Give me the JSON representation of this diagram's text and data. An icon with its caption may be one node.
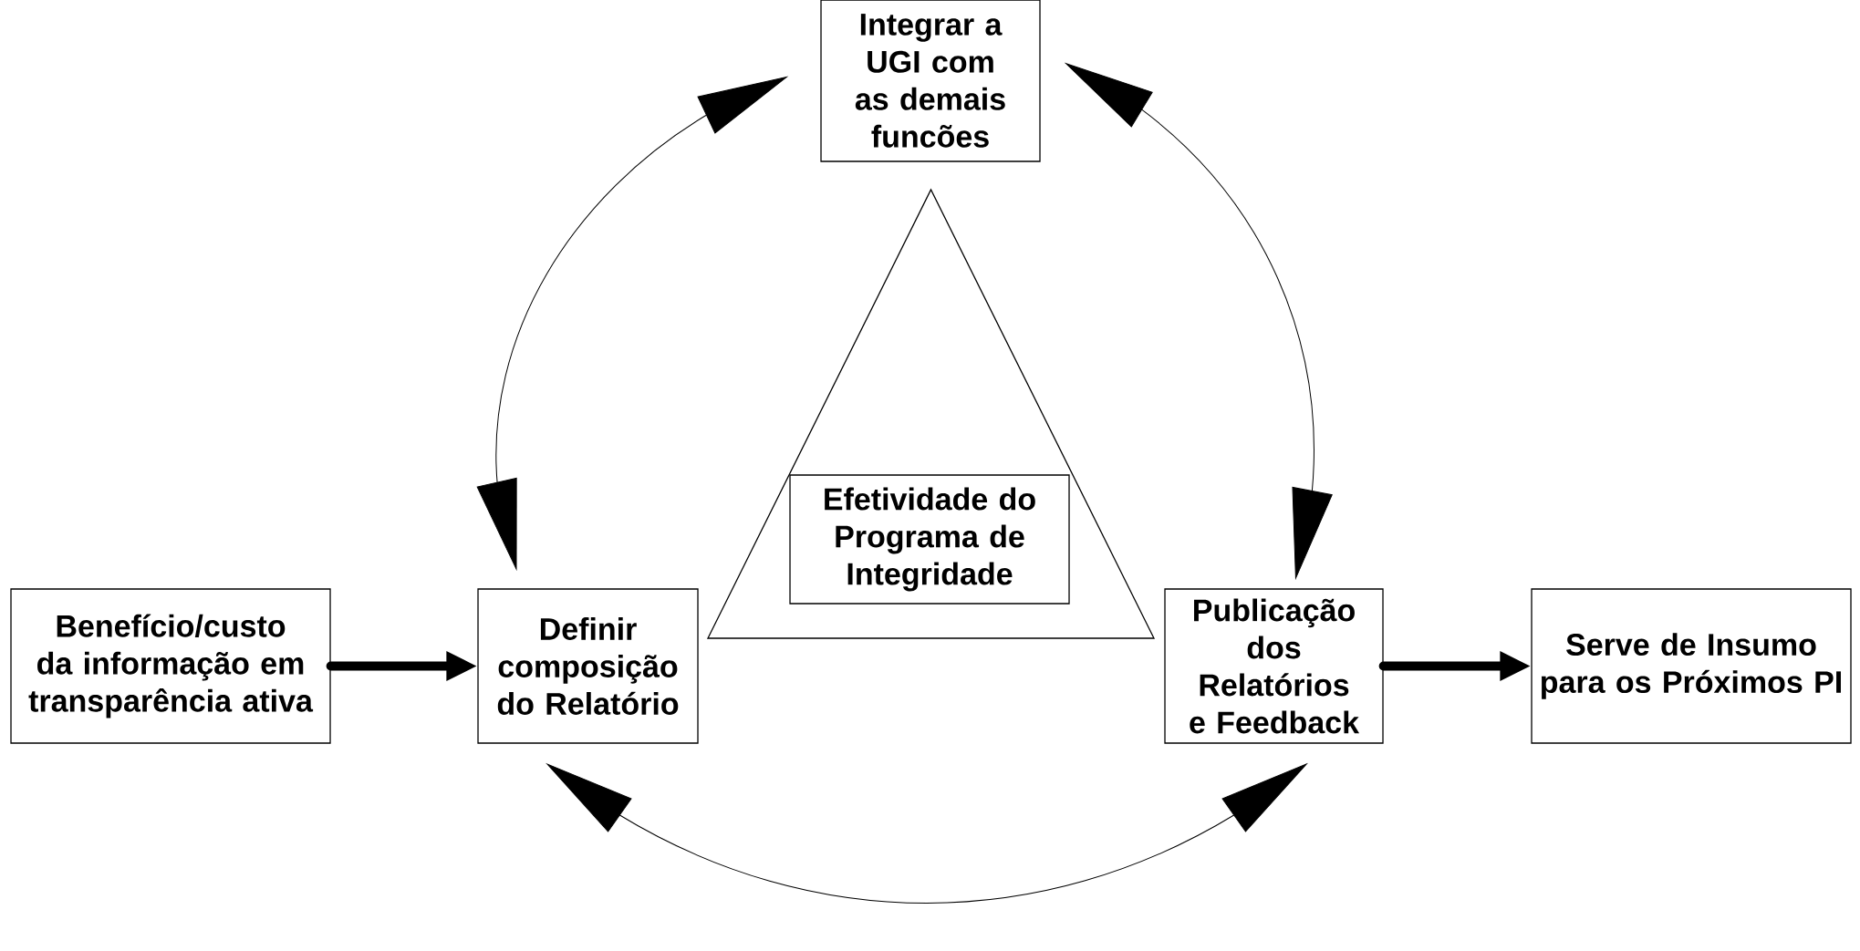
{
  "diagram": {
    "nodes": [
      {
        "text": [
          "Integrar a UGI com as demais funcões"
        ]
      },
      {
        "text": [],
        "shape": "triangle"
      },
      {
        "text": [
          "Efetividade do Programa de Integridade"
        ],
        "in": 1
      },
      {
        "text": [
          "Benefício/custo da informação em transparência ativa"
        ]
      },
      {
        "text": [
          "Definir composição do Relatório"
        ]
      },
      {
        "text": [
          "Publicação dos Relatórios e Feedback"
        ]
      },
      {
        "text": [
          "Serve de Insumo para os Próximos PI"
        ]
      }
    ],
    "edges": [
      {
        "from": 4,
        "to": 0,
        "arrow": "both"
      },
      {
        "from": 0,
        "to": 5,
        "arrow": "both"
      },
      {
        "from": 4,
        "to": 5,
        "arrow": "both"
      },
      {
        "from": 3,
        "to": 4,
        "arrow": "to",
        "style": "thick"
      },
      {
        "from": 5,
        "to": 6,
        "arrow": "to",
        "style": "thick"
      }
    ]
  }
}
